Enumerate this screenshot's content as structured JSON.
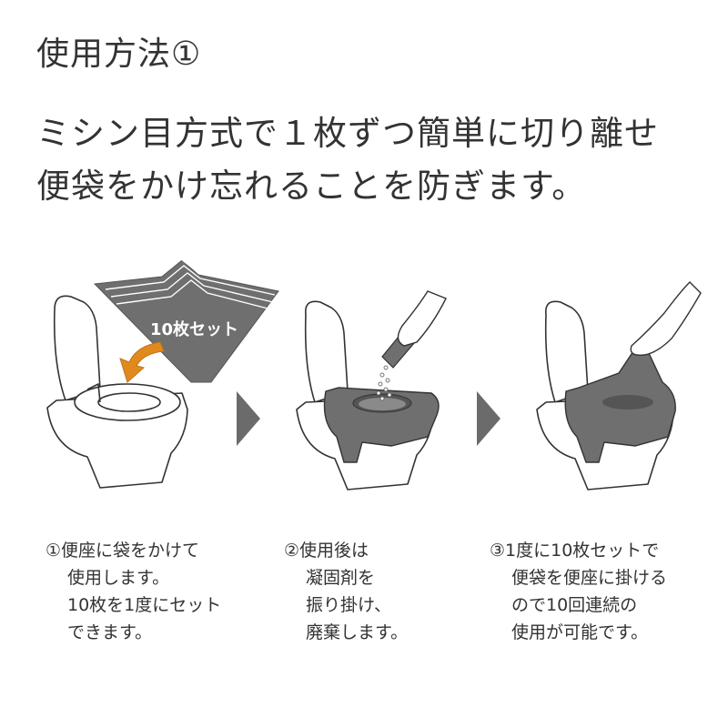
{
  "heading": "使用方法①",
  "lead": {
    "line1": "ミシン目方式で１枚ずつ簡単に切り離せ",
    "line2": "便袋をかけ忘れることを防ぎます。"
  },
  "illustrations": {
    "bag_pack_label": "10枚セット",
    "arrow_color": "#e08a1e",
    "bag_color": "#6f6f6f",
    "chevron_color": "#6b6b6b"
  },
  "steps": [
    {
      "lines": [
        "①便座に袋をかけて",
        "使用します。",
        "10枚を1度にセット",
        "できます。"
      ]
    },
    {
      "lines": [
        "②使用後は",
        "凝固剤を",
        "振り掛け、",
        "廃棄します。"
      ]
    },
    {
      "lines": [
        "③1度に10枚セットで",
        "便袋を便座に掛ける",
        "ので10回連続の",
        "使用が可能です。"
      ]
    }
  ]
}
